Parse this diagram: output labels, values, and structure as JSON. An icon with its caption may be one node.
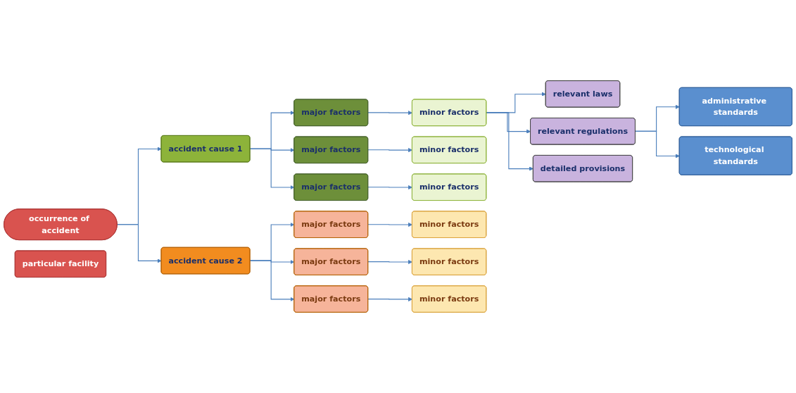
{
  "diagram": {
    "nodes": [
      {
        "text": [
          "occurrence of accident"
        ]
      },
      {
        "text": [
          "particular facility"
        ]
      },
      {
        "text": [
          "accident cause 1"
        ]
      },
      {
        "text": [
          "major factors"
        ]
      },
      {
        "text": [
          "minor factors"
        ]
      },
      {
        "text": [
          "major factors"
        ]
      },
      {
        "text": [
          "minor factors"
        ]
      },
      {
        "text": [
          "major factors"
        ]
      },
      {
        "text": [
          "minor factors"
        ]
      },
      {
        "text": [
          "relevant laws"
        ]
      },
      {
        "text": [
          "relevant regulations"
        ]
      },
      {
        "text": [
          "detailed provisions"
        ]
      },
      {
        "text": [
          "administrative standards"
        ]
      },
      {
        "text": [
          "technological standards"
        ]
      },
      {
        "text": [
          "accident cause 2"
        ]
      },
      {
        "text": [
          "major factors"
        ]
      },
      {
        "text": [
          "minor factors"
        ]
      },
      {
        "text": [
          "major factors"
        ]
      },
      {
        "text": [
          "minor factors"
        ]
      },
      {
        "text": [
          "major factors"
        ]
      },
      {
        "text": [
          "minor factors"
        ]
      }
    ],
    "edges": [
      {
        "from": 0,
        "to": 2,
        "arrow": "to"
      },
      {
        "from": 0,
        "to": 14,
        "arrow": "to"
      },
      {
        "from": 2,
        "to": 3,
        "arrow": "to"
      },
      {
        "from": 2,
        "to": 5,
        "arrow": "to"
      },
      {
        "from": 2,
        "to": 7,
        "arrow": "to"
      },
      {
        "from": 3,
        "to": 4,
        "arrow": "to"
      },
      {
        "from": 5,
        "to": 6,
        "arrow": "to"
      },
      {
        "from": 7,
        "to": 8,
        "arrow": "to"
      },
      {
        "from": 4,
        "to": 9,
        "arrow": "to"
      },
      {
        "from": 4,
        "to": 10,
        "arrow": "to"
      },
      {
        "from": 4,
        "to": 11,
        "arrow": "to"
      },
      {
        "from": 10,
        "to": 12,
        "arrow": "to"
      },
      {
        "from": 10,
        "to": 13,
        "arrow": "to"
      },
      {
        "from": 14,
        "to": 15,
        "arrow": "to"
      },
      {
        "from": 14,
        "to": 17,
        "arrow": "to"
      },
      {
        "from": 14,
        "to": 19,
        "arrow": "to"
      },
      {
        "from": 15,
        "to": 16,
        "arrow": "to"
      },
      {
        "from": 17,
        "to": 18,
        "arrow": "to"
      },
      {
        "from": 19,
        "to": 20,
        "arrow": "to"
      }
    ]
  }
}
